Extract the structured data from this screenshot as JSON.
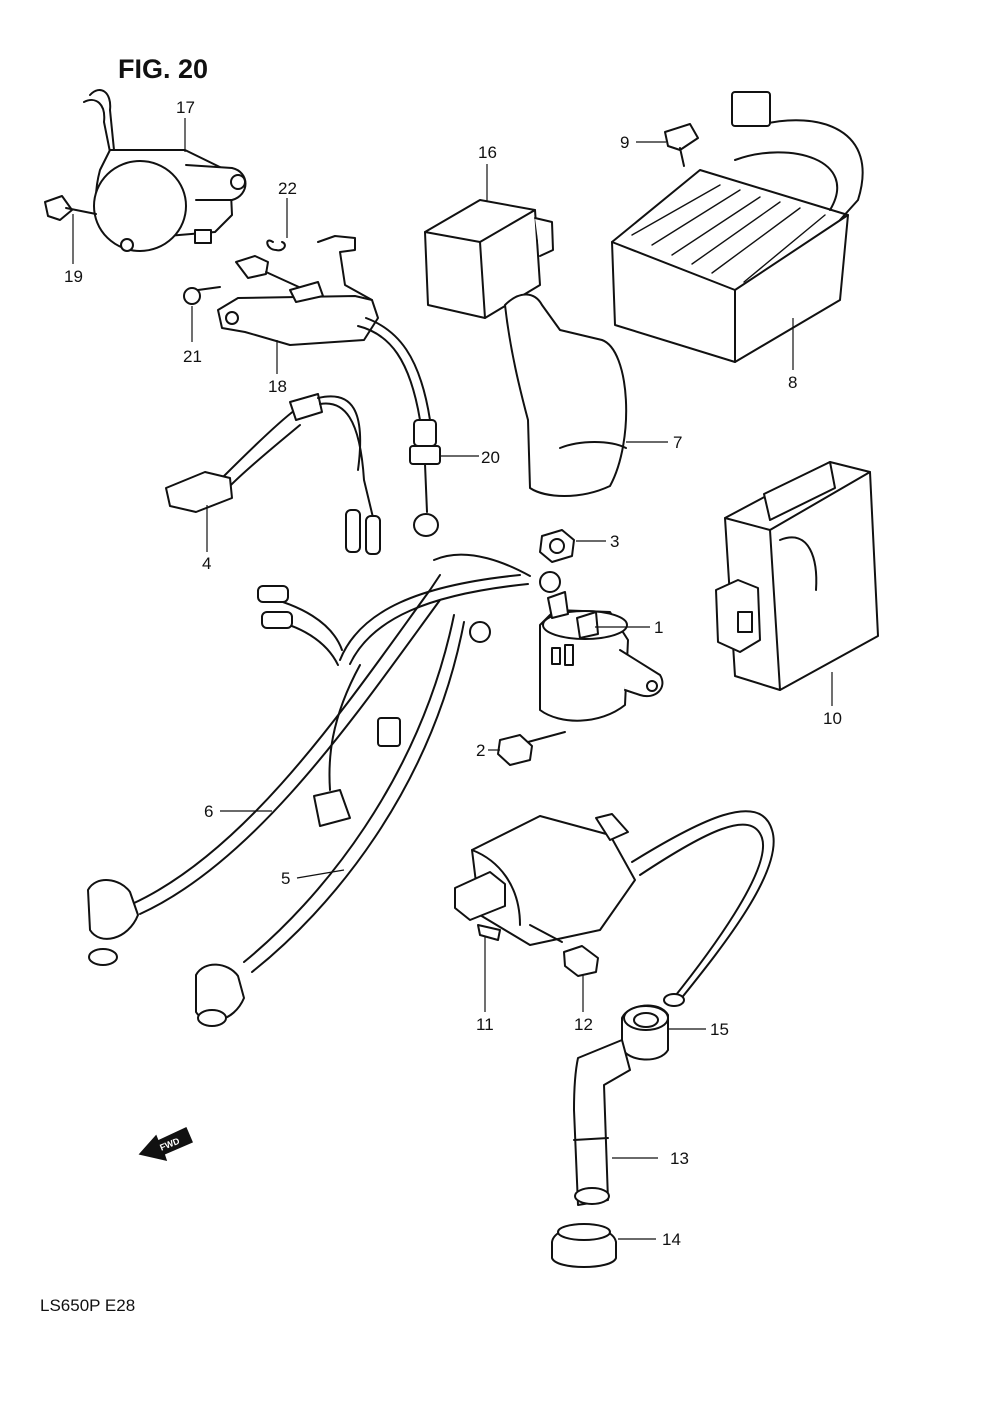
{
  "figure": {
    "title": "FIG. 20",
    "code": "LS650P  E28",
    "fwd_label": "FWD"
  },
  "parts": [
    {
      "id": "1",
      "label": "1"
    },
    {
      "id": "2",
      "label": "2"
    },
    {
      "id": "3",
      "label": "3"
    },
    {
      "id": "4",
      "label": "4"
    },
    {
      "id": "5",
      "label": "5"
    },
    {
      "id": "6",
      "label": "6"
    },
    {
      "id": "7",
      "label": "7"
    },
    {
      "id": "8",
      "label": "8"
    },
    {
      "id": "9",
      "label": "9"
    },
    {
      "id": "10",
      "label": "10"
    },
    {
      "id": "11",
      "label": "11"
    },
    {
      "id": "12",
      "label": "12"
    },
    {
      "id": "13",
      "label": "13"
    },
    {
      "id": "14",
      "label": "14"
    },
    {
      "id": "15",
      "label": "15"
    },
    {
      "id": "16",
      "label": "16"
    },
    {
      "id": "17",
      "label": "17"
    },
    {
      "id": "18",
      "label": "18"
    },
    {
      "id": "19",
      "label": "19"
    },
    {
      "id": "20",
      "label": "20"
    },
    {
      "id": "21",
      "label": "21"
    },
    {
      "id": "22",
      "label": "22"
    }
  ]
}
